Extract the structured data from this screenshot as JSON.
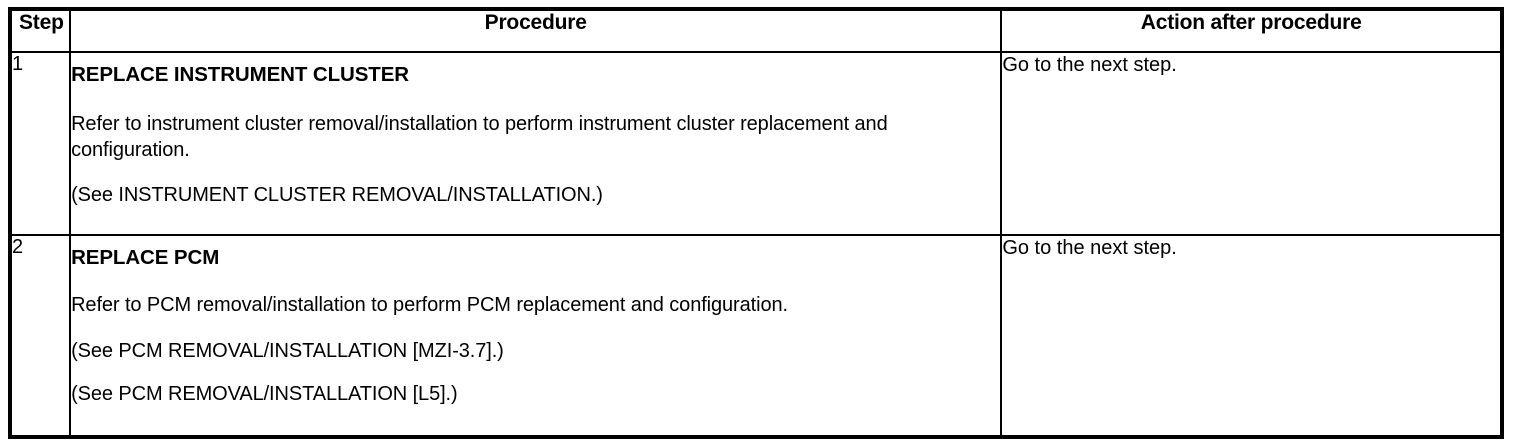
{
  "table": {
    "headers": {
      "step": "Step",
      "procedure": "Procedure",
      "action": "Action after procedure"
    },
    "rows": [
      {
        "step": "1",
        "title": "REPLACE INSTRUMENT CLUSTER",
        "paragraph": "Refer to instrument cluster removal/installation to perform instrument cluster replacement and configuration.",
        "references": [
          "(See INSTRUMENT CLUSTER REMOVAL/INSTALLATION.)"
        ],
        "action": "Go to the next step."
      },
      {
        "step": "2",
        "title": "REPLACE PCM",
        "paragraph": "Refer to PCM removal/installation to perform PCM replacement and configuration.",
        "references": [
          "(See PCM REMOVAL/INSTALLATION [MZI-3.7].)",
          "(See PCM REMOVAL/INSTALLATION [L5].)"
        ],
        "action": "Go to the next step."
      }
    ]
  },
  "colors": {
    "border": "#000000",
    "text": "#000000",
    "background": "#ffffff"
  }
}
